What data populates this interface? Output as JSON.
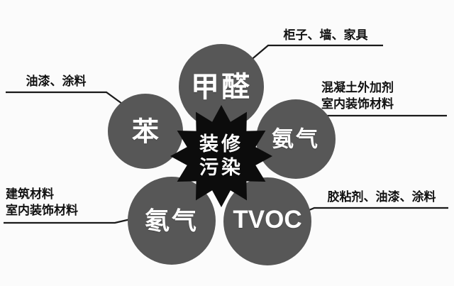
{
  "diagram": {
    "title_semantic": "decoration-pollution-sources",
    "center": {
      "line1": "装修",
      "line2": "污染"
    },
    "circles": [
      {
        "id": "formaldehyde",
        "label": "甲醛"
      },
      {
        "id": "ammonia",
        "label": "氨气"
      },
      {
        "id": "tvoc",
        "label": "TVOC"
      },
      {
        "id": "radon",
        "label": "氡气"
      },
      {
        "id": "benzene",
        "label": "苯"
      }
    ],
    "callouts": [
      {
        "id": "benzene-sources",
        "lines": [
          "油漆、涂料"
        ]
      },
      {
        "id": "formaldehyde-sources",
        "lines": [
          "柜子、墙、家具"
        ]
      },
      {
        "id": "ammonia-sources",
        "lines": [
          "混凝土外加剂",
          "室内装饰材料"
        ]
      },
      {
        "id": "radon-sources",
        "lines": [
          "建筑材料",
          "室内装饰材料"
        ]
      },
      {
        "id": "tvoc-sources",
        "lines": [
          "胶粘剂、油漆、涂料"
        ]
      }
    ],
    "colors": {
      "circle_fill": "#575757",
      "center_fill": "#0c0c0c",
      "circle_text": "#ffffff",
      "callout_text": "#121212",
      "line": "#1a1a1a",
      "background": "#fbfbfb"
    }
  }
}
